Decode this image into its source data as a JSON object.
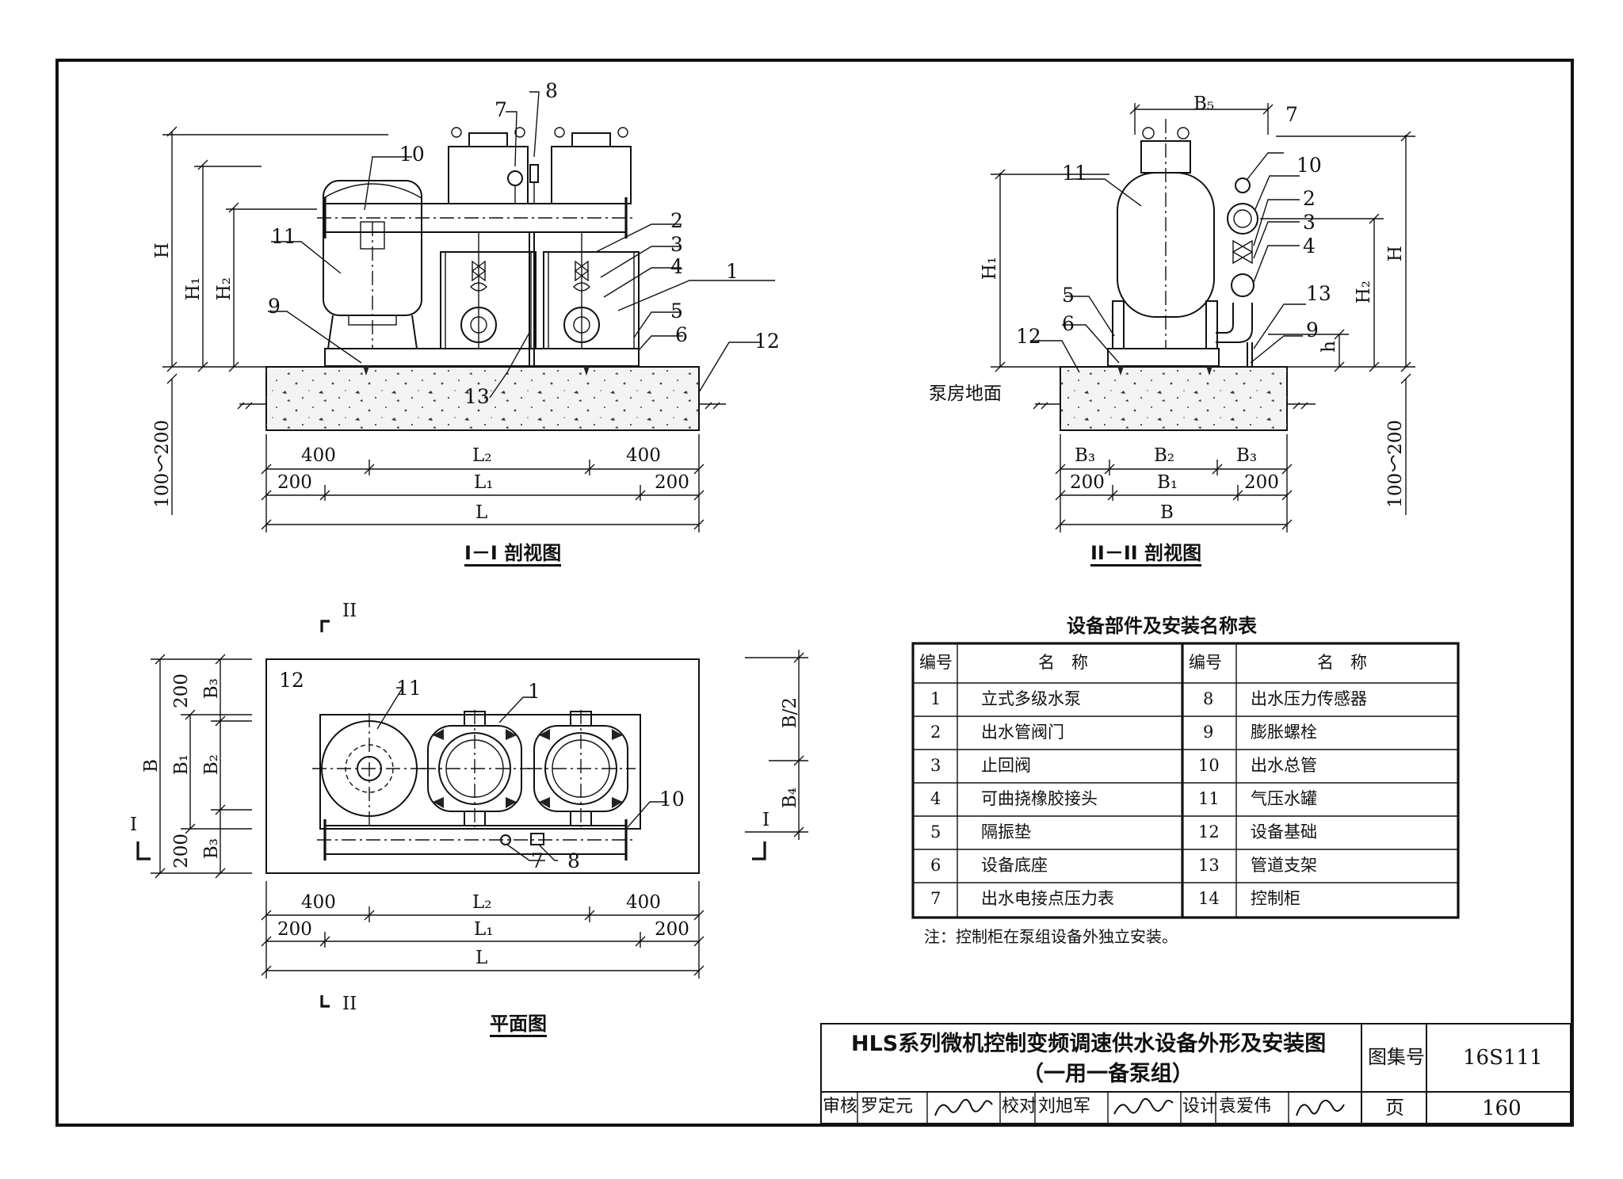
{
  "section_1": {
    "title": "I－I 剖视图",
    "dims": {
      "H": "H",
      "H1": "H₁",
      "H2": "H₂",
      "range": "100～200"
    },
    "base_dims": {
      "a400_left": "400",
      "L2": "L₂",
      "a400_right": "400",
      "a200_left": "200",
      "L1": "L₁",
      "a200_right": "200",
      "L": "L"
    },
    "callouts": [
      "1",
      "2",
      "3",
      "4",
      "5",
      "6",
      "7",
      "8",
      "9",
      "10",
      "11",
      "12",
      "13"
    ]
  },
  "section_2": {
    "title": "II－II 剖视图",
    "floor_label": "泵房地面",
    "dims": {
      "B5": "B₅",
      "H1": "H₁",
      "H2": "H₂",
      "H": "H",
      "h": "h",
      "range": "100～200"
    },
    "base_dims": {
      "B3_left": "B₃",
      "B2": "B₂",
      "B3_right": "B₃",
      "a200_left": "200",
      "B1": "B₁",
      "a200_right": "200",
      "B": "B"
    },
    "callouts": [
      "2",
      "3",
      "4",
      "5",
      "6",
      "7",
      "9",
      "10",
      "11",
      "12",
      "13"
    ]
  },
  "plan": {
    "title": "平面图",
    "section_marks": {
      "top": "II",
      "bottom": "II",
      "left": "I",
      "right": "I"
    },
    "left_dims": {
      "B": "B",
      "B1": "B₁",
      "a200_top": "200",
      "a200_bottom": "200",
      "B3_top": "B₃",
      "B2": "B₂",
      "B3_bottom": "B₃"
    },
    "right_dims": {
      "B_half": "B/2",
      "B4": "B₄"
    },
    "base_dims": {
      "a400_left": "400",
      "L2": "L₂",
      "a400_right": "400",
      "a200_left": "200",
      "L1": "L₁",
      "a200_right": "200",
      "L": "L"
    },
    "callouts": [
      "1",
      "7",
      "8",
      "10",
      "11",
      "12"
    ]
  },
  "parts_table": {
    "title": "设备部件及安装名称表",
    "headers": {
      "num": "编号",
      "name": "名　称"
    },
    "rows": [
      {
        "n1": "1",
        "p1": "立式多级水泵",
        "n2": "8",
        "p2": "出水压力传感器"
      },
      {
        "n1": "2",
        "p1": "出水管阀门",
        "n2": "9",
        "p2": "膨胀螺栓"
      },
      {
        "n1": "3",
        "p1": "止回阀",
        "n2": "10",
        "p2": "出水总管"
      },
      {
        "n1": "4",
        "p1": "可曲挠橡胶接头",
        "n2": "11",
        "p2": "气压水罐"
      },
      {
        "n1": "5",
        "p1": "隔振垫",
        "n2": "12",
        "p2": "设备基础"
      },
      {
        "n1": "6",
        "p1": "设备底座",
        "n2": "13",
        "p2": "管道支架"
      },
      {
        "n1": "7",
        "p1": "出水电接点压力表",
        "n2": "14",
        "p2": "控制柜"
      }
    ],
    "note": "注：控制柜在泵组设备外独立安装。"
  },
  "title_block": {
    "title_line1": "HLS系列微机控制变频调速供水设备外形及安装图",
    "title_line2": "（一用一备泵组）",
    "atlas_label": "图集号",
    "atlas_no": "16S111",
    "page_label": "页",
    "page_no": "160",
    "review_label": "审核",
    "reviewer": "罗定元",
    "check_label": "校对",
    "checker": "刘旭军",
    "design_label": "设计",
    "designer": "袁爱伟"
  }
}
